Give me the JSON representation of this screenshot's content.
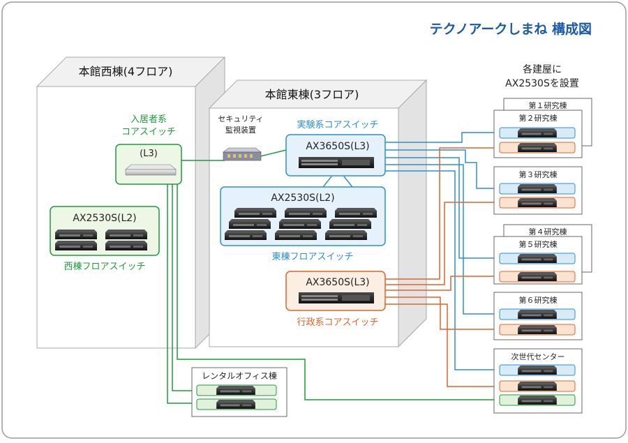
{
  "title": "テクノアークしまね 構成図",
  "colors": {
    "blue": "#2b8fd0",
    "orange": "#e0642a",
    "green": "#1e9a3c",
    "titleBlue": "#1c5aa6"
  },
  "buildings": {
    "west": {
      "label": "本館西棟(4フロア)"
    },
    "east": {
      "label": "本館東棟(3フロア)"
    }
  },
  "resident_core": {
    "caption_line1": "入居者系",
    "caption_line2": "コアスイッチ",
    "box_label": "(L3)"
  },
  "west_floor": {
    "box_label": "AX2530S(L2)",
    "caption": "西棟フロアスイッチ"
  },
  "security": {
    "line1": "セキュリティ",
    "line2": "監視装置"
  },
  "exp_core": {
    "caption": "実験系コアスイッチ",
    "box_label": "AX3650S(L3)"
  },
  "east_floor": {
    "box_label": "AX2530S(L2)",
    "caption": "東棟フロアスイッチ"
  },
  "admin_core": {
    "box_label": "AX3650S(L3)",
    "caption": "行政系コアスイッチ"
  },
  "note": {
    "line1": "各建屋に",
    "line2": "AX2530Sを設置"
  },
  "labs": [
    "第１研究棟",
    "第２研究棟",
    "第３研究棟",
    "第４研究棟",
    "第５研究棟",
    "第６研究棟",
    "次世代センター"
  ],
  "rental": {
    "label": "レンタルオフィス棟"
  }
}
